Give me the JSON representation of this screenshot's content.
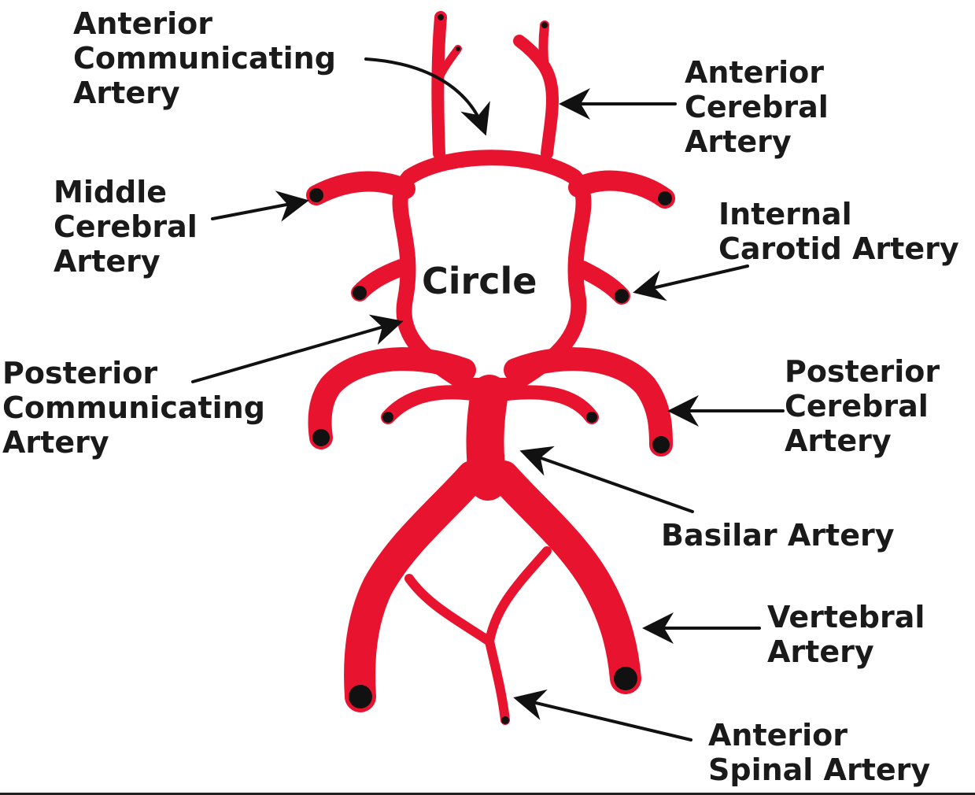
{
  "colors": {
    "artery": "#e8142f",
    "artery_shade": "#c40d24",
    "endpoint": "#111111",
    "text": "#1a1a1a",
    "arrow": "#111111"
  },
  "center": {
    "label": "Circle"
  },
  "labels": {
    "anterior_communicating": {
      "lines": [
        "Anterior",
        "Communicating",
        "Artery"
      ]
    },
    "anterior_cerebral": {
      "lines": [
        "Anterior",
        "Cerebral",
        "Artery"
      ]
    },
    "middle_cerebral": {
      "lines": [
        "Middle",
        "Cerebral",
        "Artery"
      ]
    },
    "internal_carotid": {
      "lines": [
        "Internal",
        "Carotid Artery"
      ]
    },
    "posterior_communicating": {
      "lines": [
        "Posterior",
        "Communicating",
        "Artery"
      ]
    },
    "posterior_cerebral": {
      "lines": [
        "Posterior",
        "Cerebral",
        "Artery"
      ]
    },
    "basilar": {
      "lines": [
        "Basilar Artery"
      ]
    },
    "vertebral": {
      "lines": [
        "Vertebral",
        "Artery"
      ]
    },
    "anterior_spinal": {
      "lines": [
        "Anterior",
        "Spinal Artery"
      ]
    }
  }
}
